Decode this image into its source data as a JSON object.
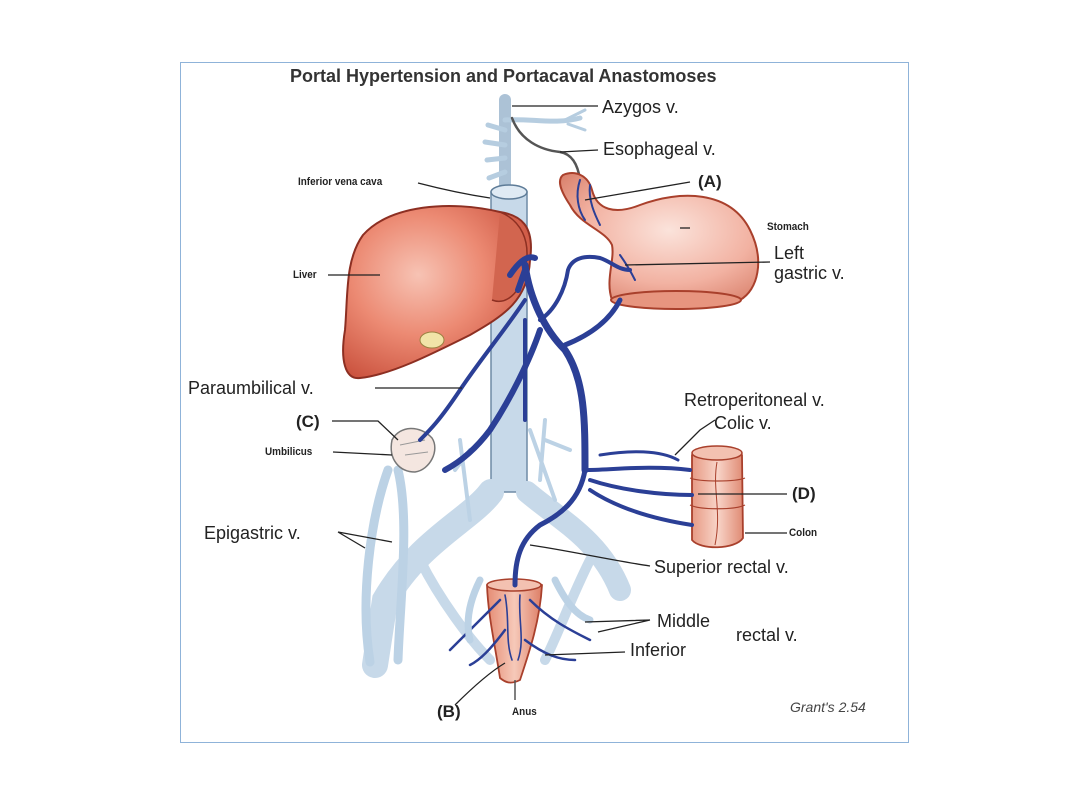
{
  "figure": {
    "title": "Portal Hypertension and Portacaval Anastomoses",
    "credit": "Grant's 2.54",
    "colors": {
      "portal_vein": "#2b3f96",
      "systemic_vein": "#a9c4dc",
      "organ_fill": "#e8826c",
      "organ_edge": "#9a2c1e",
      "pink_tissue": "#f2b8a8"
    },
    "labels": {
      "azygos": "Azygos v.",
      "esophageal": "Esophageal v.",
      "ivc": "Inferior vena cava",
      "a": "(A)",
      "stomach": "Stomach",
      "liver": "Liver",
      "left": "Left",
      "gastric": "gastric v.",
      "paraumbilical": "Paraumbilical v.",
      "c": "(C)",
      "umbilicus": "Umbilicus",
      "retroperitoneal": "Retroperitoneal v.",
      "colic": "Colic v.",
      "d": "(D)",
      "colon": "Colon",
      "epigastric": "Epigastric v.",
      "superior_rectal": "Superior rectal v.",
      "middle": "Middle",
      "rectal": "rectal v.",
      "inferior": "Inferior",
      "b": "(B)",
      "anus": "Anus"
    }
  }
}
